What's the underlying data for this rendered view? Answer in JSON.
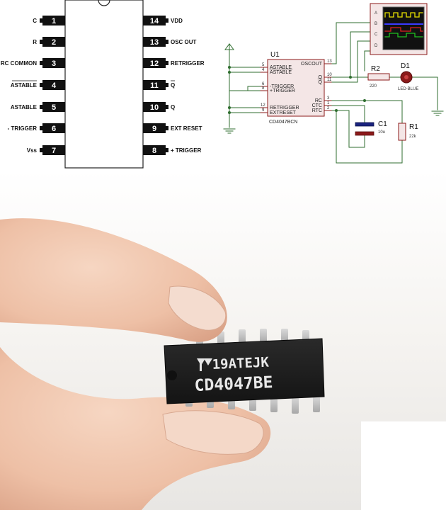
{
  "pinout": {
    "left": [
      {
        "num": "1",
        "label": "C"
      },
      {
        "num": "2",
        "label": "R"
      },
      {
        "num": "3",
        "label": "RC COMMON"
      },
      {
        "num": "4",
        "label": "ASTABLE"
      },
      {
        "num": "5",
        "label": "ASTABLE"
      },
      {
        "num": "6",
        "label": "- TRIGGER"
      },
      {
        "num": "7",
        "label": "Vss"
      }
    ],
    "right": [
      {
        "num": "14",
        "label": "VDD"
      },
      {
        "num": "13",
        "label": "OSC OUT"
      },
      {
        "num": "12",
        "label": "RETRIGGER"
      },
      {
        "num": "11",
        "label": "Q"
      },
      {
        "num": "10",
        "label": "Q"
      },
      {
        "num": "9",
        "label": "EXT RESET"
      },
      {
        "num": "8",
        "label": "+ TRIGGER"
      }
    ]
  },
  "schematic": {
    "u1_label": "U1",
    "part_label": "CD4047BCN",
    "pins_left": [
      {
        "num": "5",
        "label": "ASTABLE"
      },
      {
        "num": "4",
        "label": "ASTABLE"
      },
      {
        "num": "6",
        "label": "-TRIGGER"
      },
      {
        "num": "8",
        "label": "+TRIGGER"
      },
      {
        "num": "12",
        "label": "RETRIGGER"
      },
      {
        "num": "9",
        "label": "EXTRESET"
      }
    ],
    "pins_right": [
      {
        "num": "13",
        "label": "OSCOUT"
      },
      {
        "num": "10",
        "label": "Q"
      },
      {
        "num": "11",
        "label": "Q"
      },
      {
        "num": "3",
        "label": "RC"
      },
      {
        "num": "1",
        "label": "CTC"
      },
      {
        "num": "2",
        "label": "RTC"
      }
    ],
    "scope_channels": [
      "A",
      "B",
      "C",
      "D"
    ],
    "r2_label": "R2",
    "r2_value": "220",
    "d1_label": "D1",
    "d1_value": "LED-BLUE",
    "c1_label": "C1",
    "c1_value": "10u",
    "r1_label": "R1",
    "r1_value": "22k"
  },
  "chip": {
    "line1": "19ATEJK",
    "line2": "CD4047BE"
  },
  "colors": {
    "wire": "#2f6e2f",
    "pin": "#8b1a1a",
    "ic_fill": "#f4e6e6",
    "scope_fill": "#111111",
    "trace_yellow": "#e8e000",
    "trace_blue": "#3a3aff",
    "trace_red": "#e02020",
    "trace_green": "#20c020",
    "chip_body": "#1c1c1c",
    "skin": "#f0c4a8"
  }
}
